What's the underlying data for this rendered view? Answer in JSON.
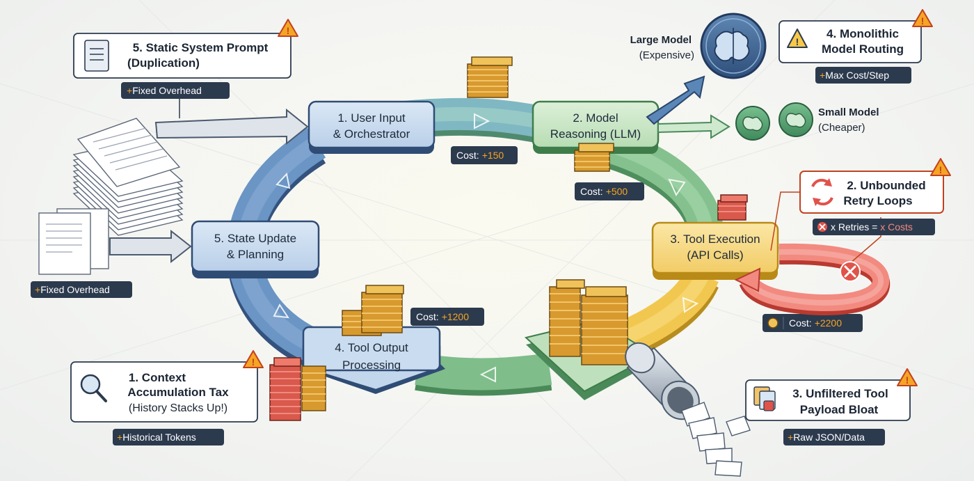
{
  "nodes": {
    "user_input": [
      "1. User Input",
      "& Orchestrator"
    ],
    "model_reasoning": [
      "2. Model",
      "Reasoning (LLM)"
    ],
    "tool_execution": [
      "3. Tool Execution",
      "(API Calls)"
    ],
    "tool_output": [
      "4. Tool Output",
      "Processing"
    ],
    "state_update": [
      "5. State Update",
      "& Planning"
    ]
  },
  "costs": {
    "user_input": {
      "label": "Cost:",
      "value": "+150"
    },
    "model_reasoning": {
      "label": "Cost:",
      "value": "+500"
    },
    "tool_output": {
      "label": "Cost:",
      "value": "+1200"
    },
    "tool_execution": {
      "label": "Cost:",
      "value": "+2200"
    }
  },
  "models": {
    "large": {
      "name": "Large Model",
      "note": "(Expensive)"
    },
    "small": {
      "name": "Small Model",
      "note": "(Cheaper)"
    }
  },
  "callouts": {
    "static_prompt": {
      "title": [
        "5. Static System Prompt",
        "(Duplication)"
      ],
      "tag": "Fixed Overhead",
      "icon": "document-icon"
    },
    "fixed_overhead_2": {
      "tag": "Fixed Overhead"
    },
    "monolithic": {
      "title": [
        "4. Monolithic",
        "Model Routing"
      ],
      "tag": "Max Cost/Step",
      "icon": "warning-icon"
    },
    "retry": {
      "title": [
        "2. Unbounded",
        "Retry Loops"
      ],
      "tag_a": "x Retries = ",
      "tag_b": "x Costs",
      "icon": "retry-icon"
    },
    "context": {
      "title": [
        "1. Context",
        "Accumulation Tax",
        "(History Stacks Up!)"
      ],
      "tag": "Historical Tokens",
      "icon": "magnifier-icon"
    },
    "payload": {
      "title": [
        "3. Unfiltered Tool",
        "Payload Bloat"
      ],
      "tag": "Raw JSON/Data",
      "icon": "json-files-icon"
    }
  },
  "colors": {
    "blue": "#5b87b8",
    "green": "#7cba8a",
    "yellow": "#eec24e",
    "red": "#e0534a",
    "tag": "#2c3a4e",
    "accent": "#f5a524"
  }
}
